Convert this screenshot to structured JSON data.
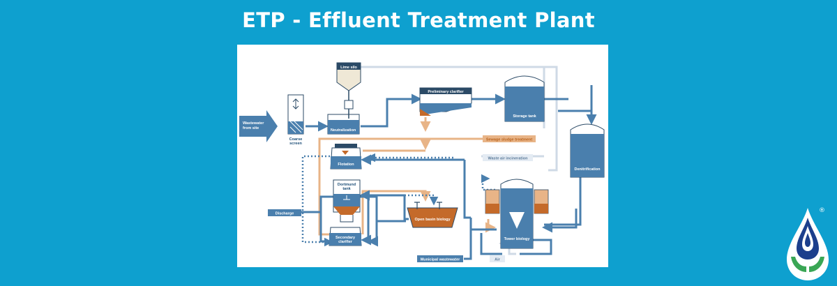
{
  "title": "ETP - Effluent Treatment Plant",
  "colors": {
    "background": "#0ea0cf",
    "water_blue": "#4a7fad",
    "sludge_orange": "#e8b487",
    "air_grey": "#cfdae6",
    "sludge_brown": "#c46a2a"
  },
  "diagram": {
    "wastewater_from_site": "Wastewater\nfrom site",
    "coarse_screen": "Coarse\nscreen",
    "lime_silo": "Lime silo",
    "neutralization": "Neutralization",
    "preliminary_clarifier": "Preliminary clarifier",
    "storage_tank": "Storage tank",
    "denitrification": "Denitrification",
    "sewage_sludge_treatment": "Sewage sludge treatment",
    "waste_air_incineration": "Waste air incineration",
    "flotation": "Flotation",
    "dortmund_tank": "Dortmund\ntank",
    "open_basin_biology": "Open basin biology",
    "secondary_clarifier": "Secondary\nclarifier",
    "tower_biology": "Tower biology",
    "discharge": "Discharge",
    "municipal_wastewater": "Municipal wastewater",
    "air": "Air"
  },
  "logo": {
    "registered_mark": "®",
    "icon": "water-drop-hands-icon"
  }
}
